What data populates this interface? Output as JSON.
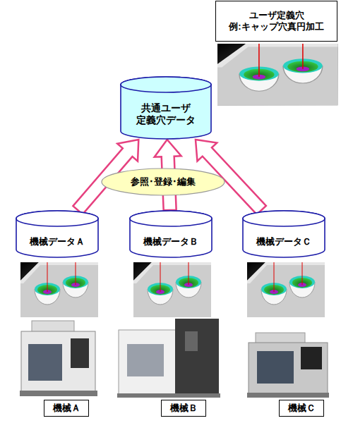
{
  "diagram": {
    "nodes": [
      {
        "text": [
          "ユーザ定義穴",
          "例:キャップ穴真円加工"
        ]
      },
      {
        "text": [
          "共通ユーザ 定義穴データ"
        ]
      },
      {
        "text": [
          "参照･登録･編集"
        ]
      },
      {
        "text": [
          "機械データＡ"
        ]
      },
      {
        "text": [
          "機械データＢ"
        ]
      },
      {
        "text": [
          "機械データＣ"
        ]
      },
      {
        "text": [
          "機械Ａ"
        ]
      },
      {
        "text": [
          "機械Ｂ"
        ]
      },
      {
        "text": [
          "機械Ｃ"
        ]
      }
    ],
    "edges": [
      {
        "from": 3,
        "to": 1,
        "arrow": "to"
      },
      {
        "from": 4,
        "to": 1,
        "arrow": "to"
      },
      {
        "from": 5,
        "to": 1,
        "arrow": "to"
      }
    ]
  }
}
